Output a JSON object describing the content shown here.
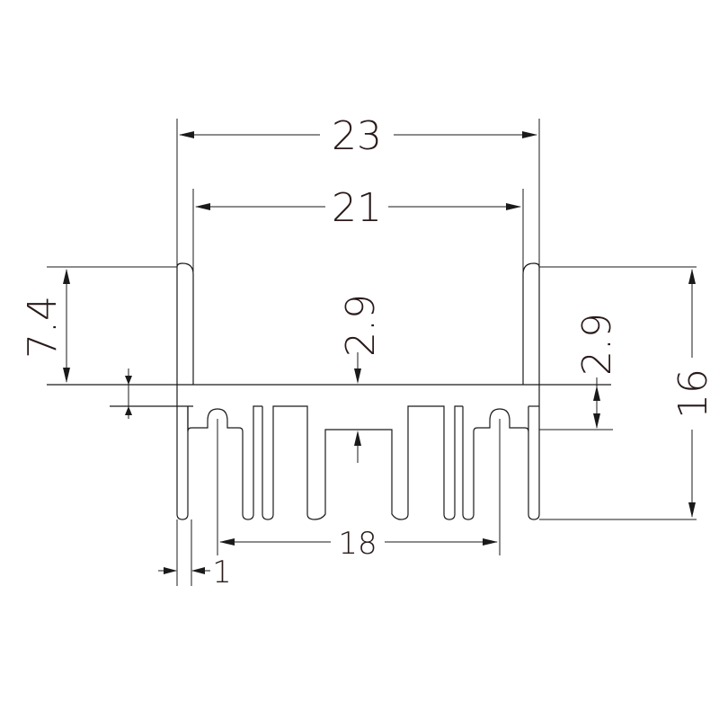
{
  "dimensions": {
    "overall_width": "23",
    "inner_width": "21",
    "upper_height": "7.4",
    "base_thickness": "2.9",
    "fin_depth": "2.9",
    "overall_height": "16",
    "fin_span": "18",
    "wall_thickness": "1"
  },
  "colors": {
    "line": "#1a1a1a",
    "text": "#2a1a1a",
    "background": "#ffffff"
  }
}
